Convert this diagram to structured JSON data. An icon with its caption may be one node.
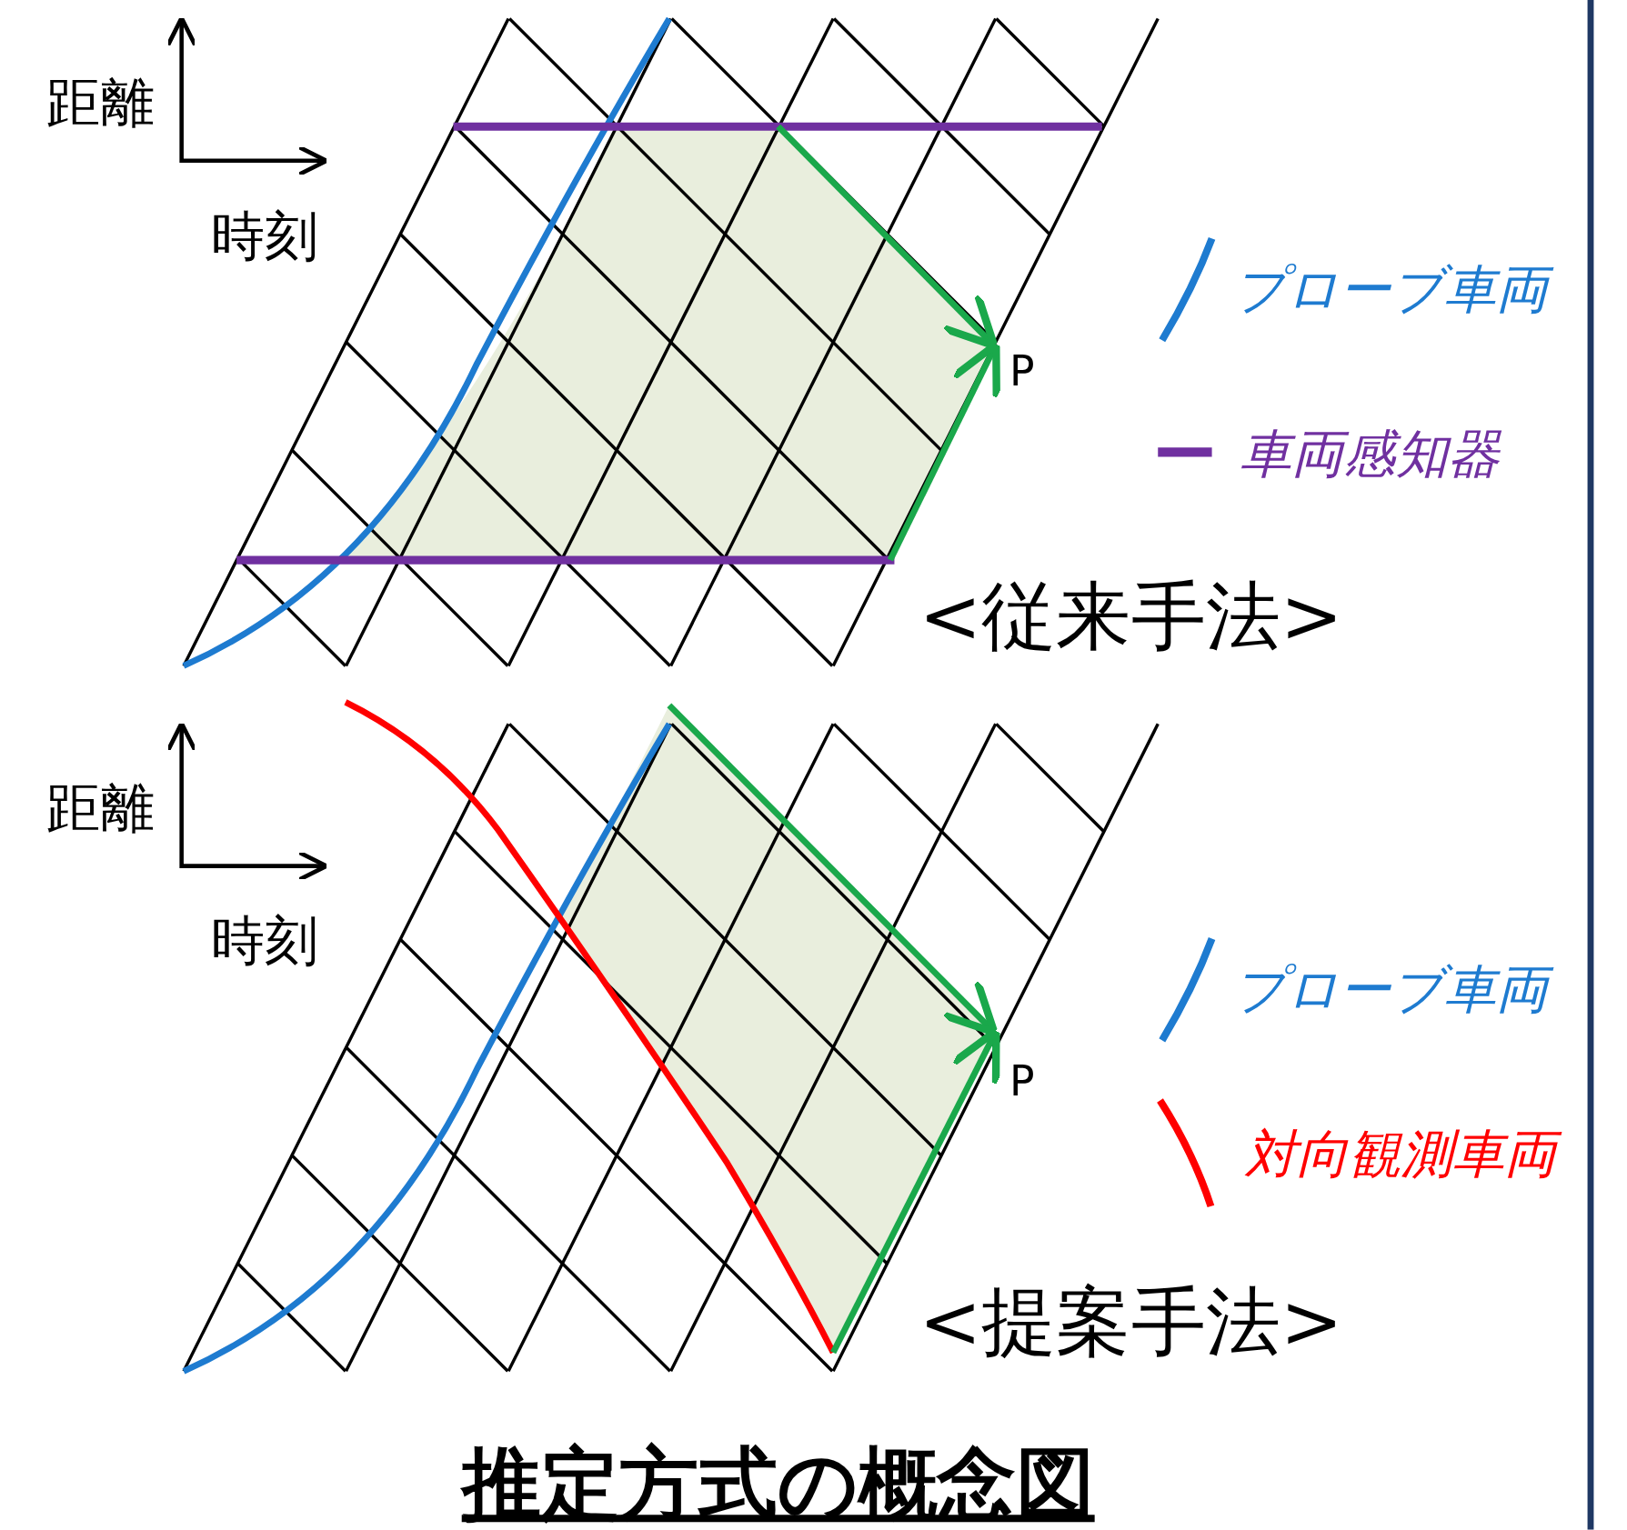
{
  "diagram": {
    "caption": "推定方式の概念図",
    "labels": [
      "距離",
      "時刻",
      "P",
      "<従来手法>",
      "距離",
      "時刻",
      "P",
      "<提案手法>"
    ],
    "legend": [
      {
        "text": "プローブ車両"
      },
      {
        "text": "車両感知器"
      },
      {
        "text": "プローブ車両"
      },
      {
        "text": "対向観測車両"
      }
    ]
  }
}
